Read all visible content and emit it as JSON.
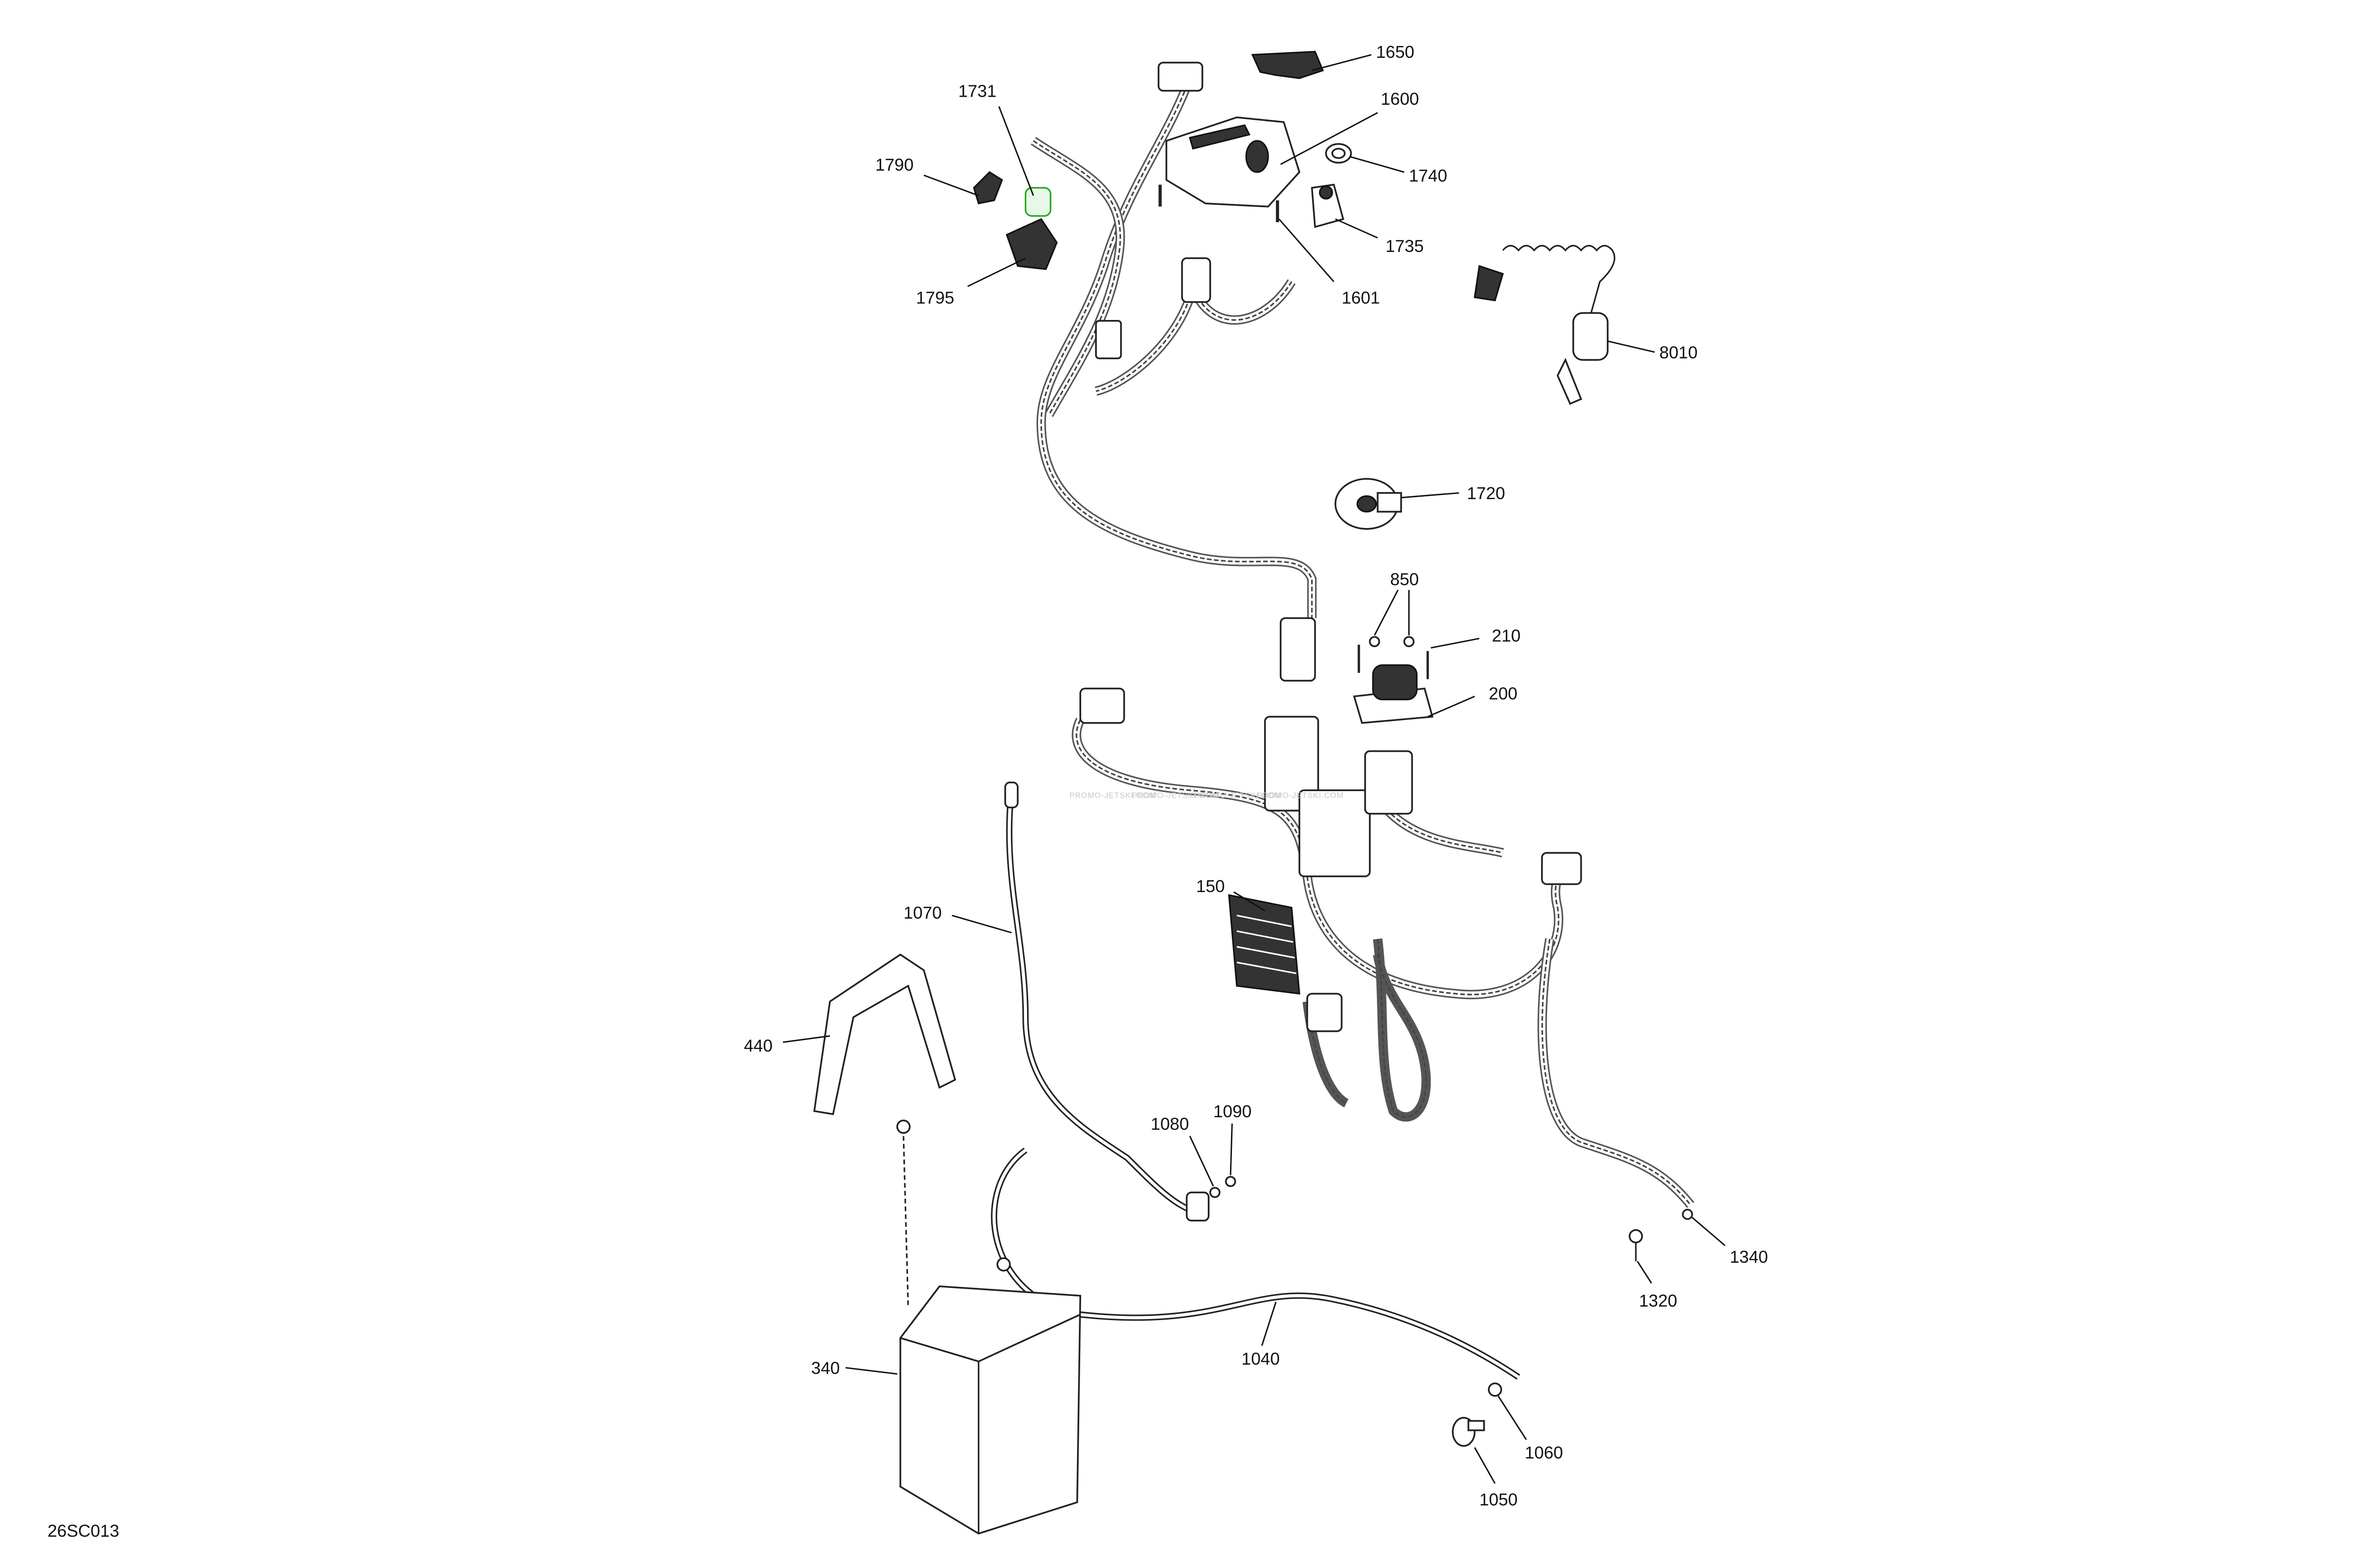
{
  "diagram": {
    "code": "26SC013",
    "watermark": "PROMO-JETSKI.COM",
    "highlight_color": "#22aa22",
    "callouts": {
      "c1650": "1650",
      "c1731": "1731",
      "c1600": "1600",
      "c1790": "1790",
      "c1740": "1740",
      "c1735": "1735",
      "c1795": "1795",
      "c1601": "1601",
      "c8010": "8010",
      "c1720": "1720",
      "c850": "850",
      "c210": "210",
      "c200": "200",
      "c150": "150",
      "c1070": "1070",
      "c440": "440",
      "c1080": "1080",
      "c1090": "1090",
      "c1340": "1340",
      "c1320": "1320",
      "c1040": "1040",
      "c340": "340",
      "c1060": "1060",
      "c1050": "1050"
    }
  }
}
